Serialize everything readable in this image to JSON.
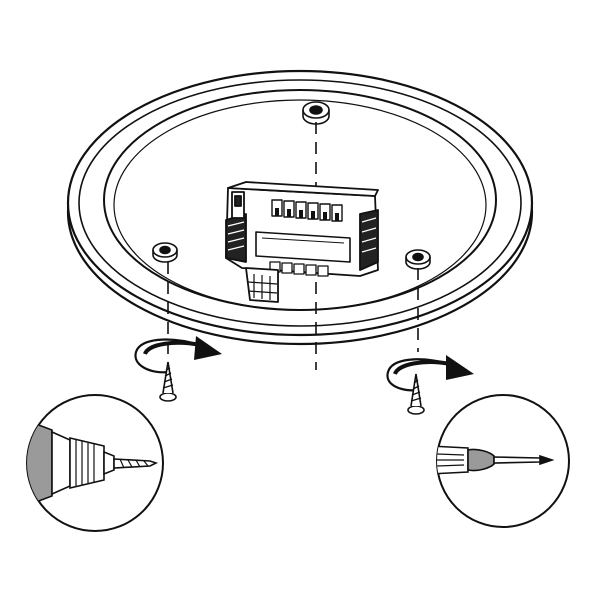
{
  "diagram": {
    "kind": "installation-illustration",
    "line_color": "#111111",
    "fill_light": "#ffffff",
    "fill_grey": "#9a9a9a",
    "fill_dark": "#222222",
    "parts": {
      "base_plate": "round-mounting-base",
      "terminal_block": "wiring-terminal-block",
      "mount_holes": 3,
      "screws": 2
    },
    "insets": [
      {
        "tool": "drill",
        "icon": "drill-icon"
      },
      {
        "tool": "screwdriver",
        "icon": "screwdriver-icon"
      }
    ],
    "rotation_arrows": [
      "clockwise-arrow-icon",
      "clockwise-arrow-icon"
    ]
  }
}
